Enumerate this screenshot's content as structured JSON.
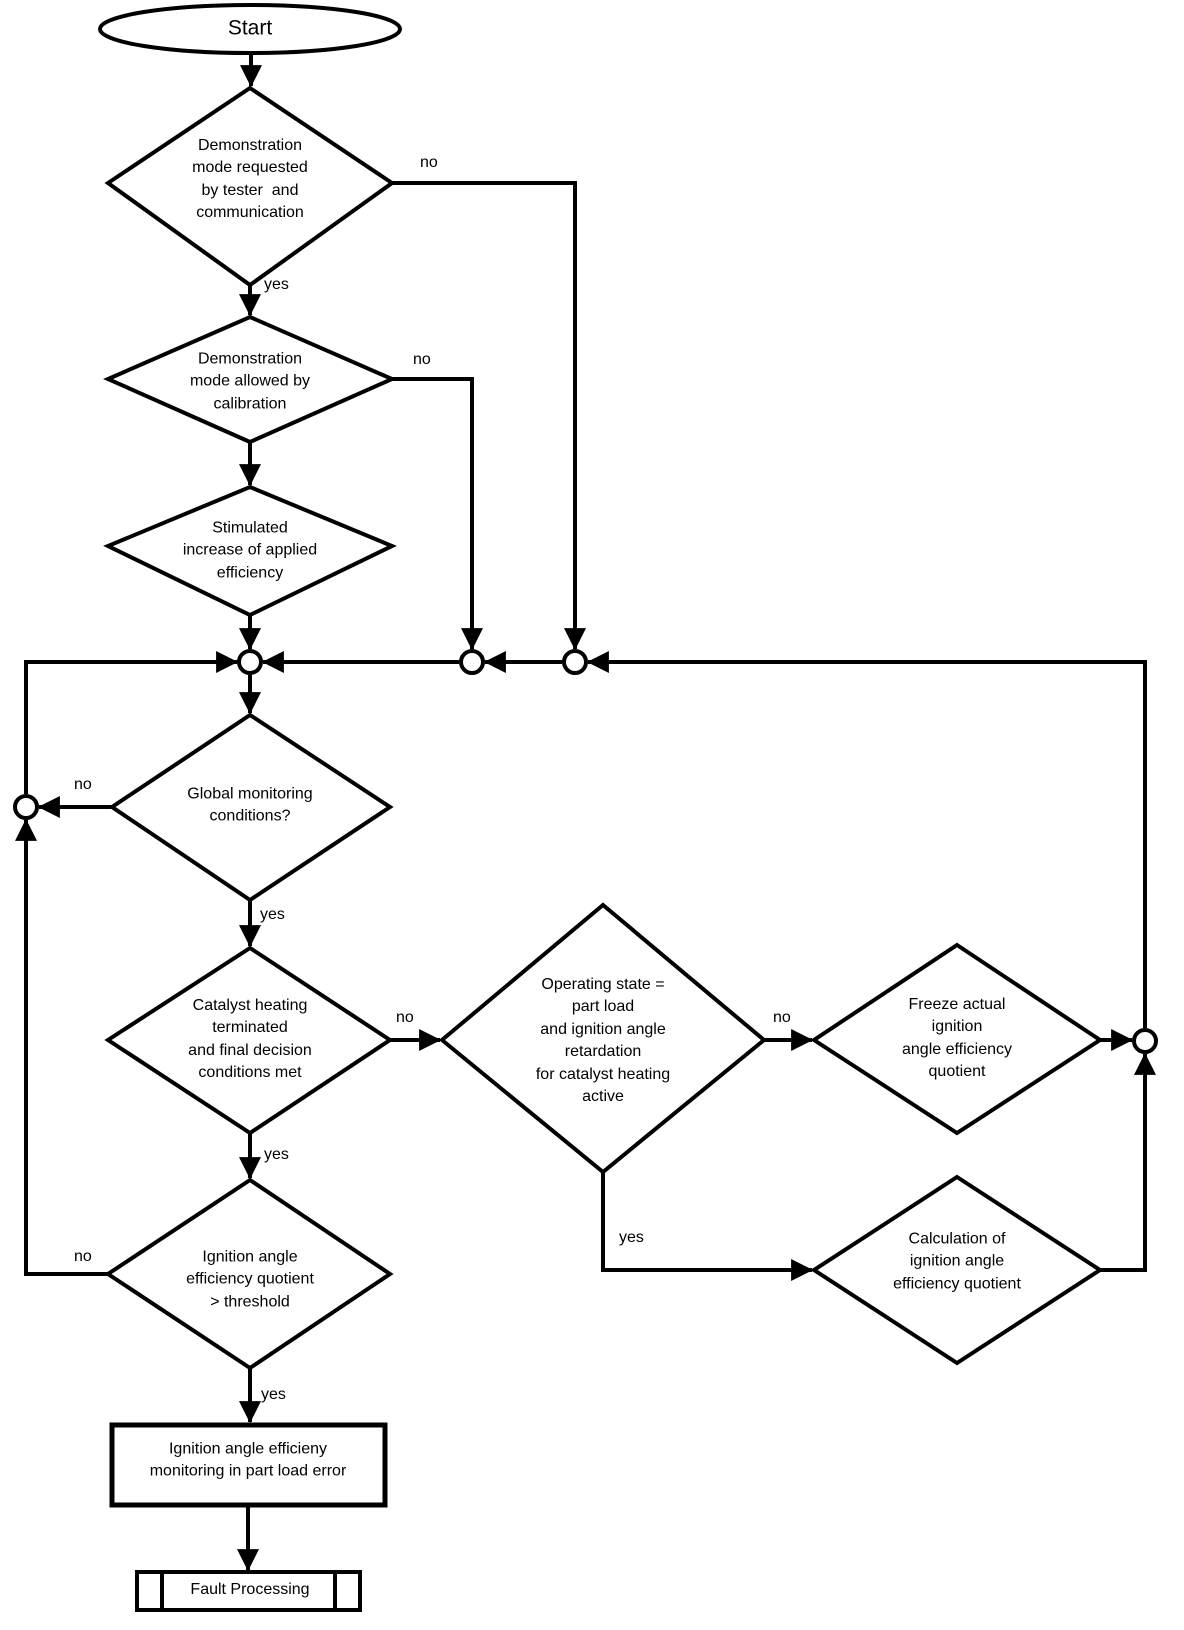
{
  "colors": {
    "line": "#000000",
    "background": "#ffffff"
  },
  "nodes": {
    "start": {
      "label": "Start"
    },
    "demo_requested": {
      "label": "Demonstration\nmode requested\nby tester  and\ncommunication"
    },
    "demo_allowed": {
      "label": "Demonstration\nmode allowed by\ncalibration"
    },
    "stimulated": {
      "label": "Stimulated\nincrease of applied\nefficiency"
    },
    "global_conditions": {
      "label": "Global monitoring\nconditions?"
    },
    "catalyst_heating": {
      "label": "Catalyst heating\nterminated\nand final decision\nconditions met"
    },
    "operating_state": {
      "label": "Operating state =\npart load\nand ignition angle\nretardation\nfor catalyst heating\nactive"
    },
    "freeze_quotient": {
      "label": "Freeze actual\nignition\nangle efficiency\nquotient"
    },
    "calc_quotient": {
      "label": "Calculation of\nignition angle\nefficiency quotient"
    },
    "threshold_check": {
      "label": "Ignition angle\nefficiency quotient\n> threshold"
    },
    "error_action": {
      "label": "Ignition angle efficieny\nmonitoring in part load error"
    },
    "fault_processing": {
      "label": "Fault Processing"
    }
  },
  "branch_labels": {
    "yes": "yes",
    "no": "no"
  }
}
